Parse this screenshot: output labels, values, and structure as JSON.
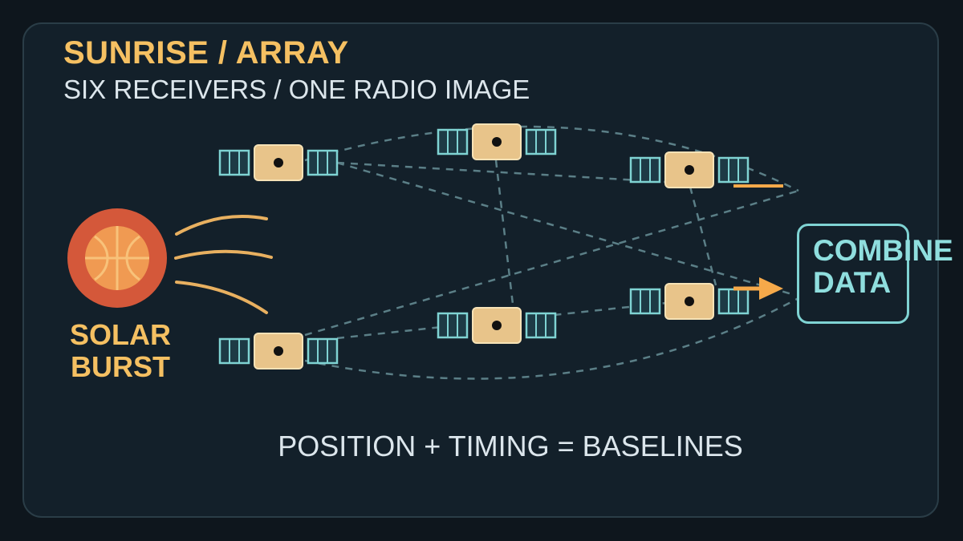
{
  "header": {
    "title": "SUNRISE / ARRAY",
    "subtitle": "SIX RECEIVERS / ONE RADIO IMAGE"
  },
  "sun": {
    "label_line1": "SOLAR",
    "label_line2": "BURST"
  },
  "combine": {
    "label_line1": "COMBINE",
    "label_line2": "DATA"
  },
  "footer": {
    "formula": "POSITION + TIMING = BASELINES"
  },
  "colors": {
    "background": "#0e161d",
    "panel": "#13202a",
    "accent_orange": "#f5c062",
    "sun_outer": "#d4583a",
    "sun_inner": "#f09a52",
    "teal": "#7fd3d3",
    "satellite_body": "#e8c48a",
    "dashed_line": "#5b7f87",
    "text_light": "#dce6ec"
  },
  "icons": {
    "satellite": "satellite-icon",
    "sun": "sun-icon",
    "arrow": "arrow-right-icon"
  }
}
